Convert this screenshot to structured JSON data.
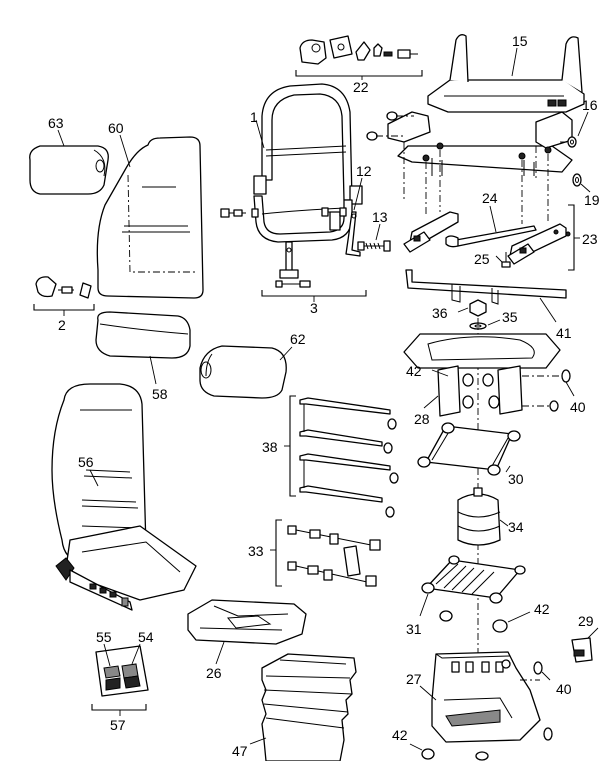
{
  "callouts": {
    "c1": "1",
    "c2": "2",
    "c3": "3",
    "c12": "12",
    "c13": "13",
    "c15": "15",
    "c16": "16",
    "c19": "19",
    "c22": "22",
    "c23": "23",
    "c24": "24",
    "c25": "25",
    "c26": "26",
    "c27": "27",
    "c28": "28",
    "c29": "29",
    "c30": "30",
    "c31": "31",
    "c33": "33",
    "c34": "34",
    "c35": "35",
    "c36": "36",
    "c38": "38",
    "c40a": "40",
    "c40b": "40",
    "c41": "41",
    "c42a": "42",
    "c42b": "42",
    "c42c": "42",
    "c47": "47",
    "c54": "54",
    "c55": "55",
    "c56": "56",
    "c57": "57",
    "c58": "58",
    "c60": "60",
    "c62": "62",
    "c63": "63"
  }
}
